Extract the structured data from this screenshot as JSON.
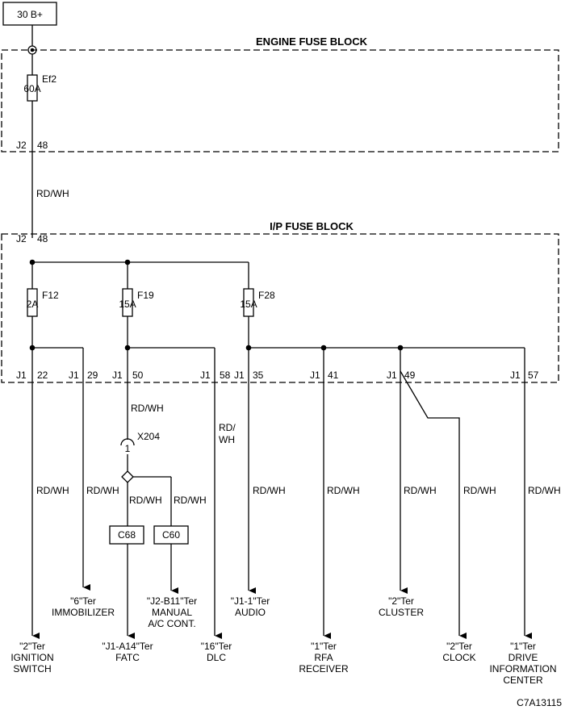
{
  "source_box": "30 B+",
  "engine_fuse_block": {
    "title": "ENGINE FUSE BLOCK",
    "fuse_name": "Ef2",
    "fuse_rating": "60A",
    "connector": "J2",
    "pin": "48"
  },
  "main_wire": "RD/WH",
  "ip_fuse_block": {
    "title": "I/P FUSE BLOCK",
    "connector_in": "J2",
    "pin_in": "48",
    "fuses": [
      {
        "name": "F12",
        "rating": "2A"
      },
      {
        "name": "F19",
        "rating": "15A"
      },
      {
        "name": "F28",
        "rating": "15A"
      }
    ],
    "pins": [
      {
        "conn": "J1",
        "pin": "22"
      },
      {
        "conn": "J1",
        "pin": "29"
      },
      {
        "conn": "J1",
        "pin": "50"
      },
      {
        "conn": "J1",
        "pin": "58"
      },
      {
        "conn": "J1",
        "pin": "35"
      },
      {
        "conn": "J1",
        "pin": "41"
      },
      {
        "conn": "J1",
        "pin": "49"
      },
      {
        "conn": "J1",
        "pin": "57"
      }
    ]
  },
  "wire_labels": {
    "w22": "RD/WH",
    "w29": "RD/WH",
    "w50": "RD/WH",
    "w58_line1": "RD/",
    "w58_line2": "WH",
    "w35": "RD/WH",
    "w41": "RD/WH",
    "w49": "RD/WH",
    "w49b": "RD/WH",
    "w57": "RD/WH",
    "fatc": "RD/WH",
    "manual": "RD/WH"
  },
  "splice": {
    "name": "X204",
    "pin": "1"
  },
  "connectors": {
    "c68": "C68",
    "c60": "C60"
  },
  "terminals": {
    "ignition": [
      "\"2\"Ter",
      "IGNITION",
      "SWITCH"
    ],
    "immobilizer": [
      "\"6\"Ter",
      "IMMOBILIZER"
    ],
    "fatc": [
      "\"J1-A14\"Ter",
      "FATC"
    ],
    "manual_ac": [
      "\"J2-B11\"Ter",
      "MANUAL",
      "A/C CONT."
    ],
    "dlc": [
      "\"16\"Ter",
      "DLC"
    ],
    "audio": [
      "\"J1-1\"Ter",
      "AUDIO"
    ],
    "rfa": [
      "\"1\"Ter",
      "RFA",
      "RECEIVER"
    ],
    "cluster": [
      "\"2\"Ter",
      "CLUSTER"
    ],
    "clock": [
      "\"2\"Ter",
      "CLOCK"
    ],
    "dic": [
      "\"1\"Ter",
      "DRIVE",
      "INFORMATION",
      "CENTER"
    ]
  },
  "figure_code": "C7A13115"
}
